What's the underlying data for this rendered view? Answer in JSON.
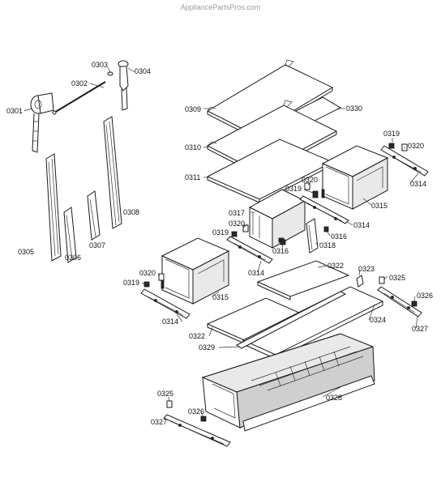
{
  "watermark": "AppliancePartsPros.com",
  "labels": {
    "l0301": "0301",
    "l0302": "0302",
    "l0303": "0303",
    "l0304": "0304",
    "l0305": "0305",
    "l0306": "0306",
    "l0307": "0307",
    "l0308": "0308",
    "l0309": "0309",
    "l0330": "0330",
    "l0310": "0310",
    "l0311": "0311",
    "l0319a": "0319",
    "l0320a": "0320",
    "l0314a": "0314",
    "l0320b": "0320",
    "l0319b": "0319",
    "l0315a": "0315",
    "l0317": "0317",
    "l0320c": "0320",
    "l0319c": "0319",
    "l0316a": "0316",
    "l0314b": "0314",
    "l0318": "0318",
    "l0316b": "0316",
    "l0314c": "0314",
    "l0322a": "0322",
    "l0323": "0323",
    "l0325a": "0325",
    "l0320d": "0320",
    "l0319d": "0319",
    "l0315b": "0315",
    "l0326a": "0326",
    "l0314d": "0314",
    "l0324": "0324",
    "l0327a": "0327",
    "l0322b": "0322",
    "l0329": "0329",
    "l0328": "0328",
    "l0325b": "0325",
    "l0326b": "0326",
    "l0327b": "0327"
  }
}
